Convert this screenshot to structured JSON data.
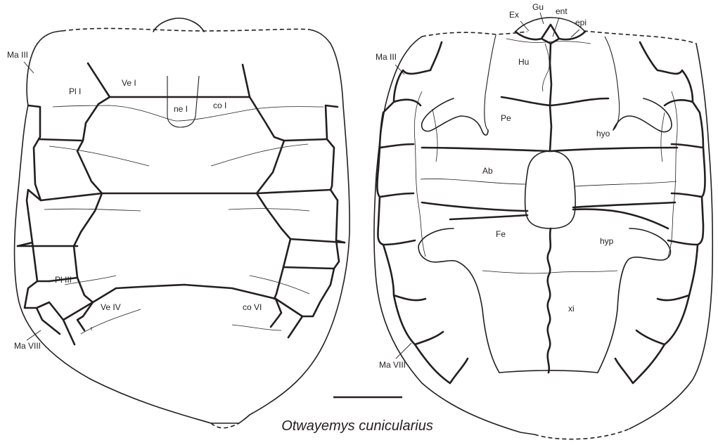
{
  "caption": "Otwayemys cunicularius",
  "carapace_labels": {
    "ma3": "Ma III",
    "pl1": "Pl I",
    "ve1": "Ve I",
    "ne1": "ne I",
    "co1": "co I",
    "pl3": "Pl III",
    "ve4": "Ve IV",
    "co6": "co VI",
    "ma8": "Ma VIII"
  },
  "plastron_labels": {
    "ex": "Ex",
    "gu": "Gu",
    "ent": "ent",
    "epi": "epi",
    "ma3": "Ma III",
    "hu": "Hu",
    "pe": "Pe",
    "hyo": "hyo",
    "ab": "Ab",
    "fe": "Fe",
    "hyp": "hyp",
    "xi": "xi",
    "ma8": "Ma VIII"
  }
}
